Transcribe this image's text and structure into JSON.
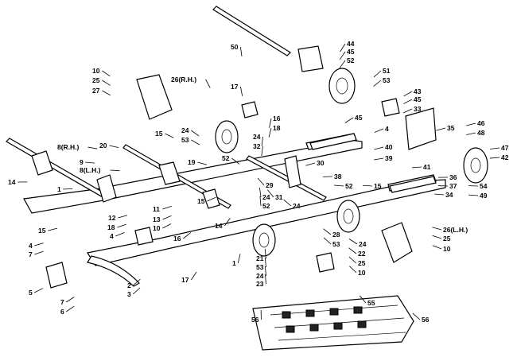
{
  "diagram": {
    "callouts": [
      {
        "id": "c50",
        "text": "50"
      },
      {
        "id": "c44",
        "text": "44"
      },
      {
        "id": "c45a",
        "text": "45"
      },
      {
        "id": "c52a",
        "text": "52"
      },
      {
        "id": "c51",
        "text": "51"
      },
      {
        "id": "c53a",
        "text": "53"
      },
      {
        "id": "c43",
        "text": "43"
      },
      {
        "id": "c45b",
        "text": "45"
      },
      {
        "id": "c33",
        "text": "33"
      },
      {
        "id": "c45c",
        "text": "45"
      },
      {
        "id": "c10a",
        "text": "10"
      },
      {
        "id": "c25a",
        "text": "25"
      },
      {
        "id": "c27",
        "text": "27"
      },
      {
        "id": "c26rh",
        "text": "26(R.H.)"
      },
      {
        "id": "c17a",
        "text": "17"
      },
      {
        "id": "c16a",
        "text": "16"
      },
      {
        "id": "c18a",
        "text": "18"
      },
      {
        "id": "c15a",
        "text": "15"
      },
      {
        "id": "c24a",
        "text": "24"
      },
      {
        "id": "c53b",
        "text": "53"
      },
      {
        "id": "c24b",
        "text": "24"
      },
      {
        "id": "c32",
        "text": "32"
      },
      {
        "id": "c52b",
        "text": "52"
      },
      {
        "id": "c4a",
        "text": "4"
      },
      {
        "id": "c35",
        "text": "35"
      },
      {
        "id": "c46",
        "text": "46"
      },
      {
        "id": "c48",
        "text": "48"
      },
      {
        "id": "c40",
        "text": "40"
      },
      {
        "id": "c47",
        "text": "47"
      },
      {
        "id": "c39",
        "text": "39"
      },
      {
        "id": "c41",
        "text": "41"
      },
      {
        "id": "c36",
        "text": "36"
      },
      {
        "id": "c42",
        "text": "42"
      },
      {
        "id": "c37",
        "text": "37"
      },
      {
        "id": "c54",
        "text": "54"
      },
      {
        "id": "c34",
        "text": "34"
      },
      {
        "id": "c49",
        "text": "49"
      },
      {
        "id": "c8rh",
        "text": "8(R.H.)"
      },
      {
        "id": "c9",
        "text": "9"
      },
      {
        "id": "c8lh",
        "text": "8(L.H.)"
      },
      {
        "id": "c20",
        "text": "20"
      },
      {
        "id": "c19",
        "text": "19"
      },
      {
        "id": "c30",
        "text": "30"
      },
      {
        "id": "c29",
        "text": "29"
      },
      {
        "id": "c38",
        "text": "38"
      },
      {
        "id": "c52c",
        "text": "52"
      },
      {
        "id": "c15b",
        "text": "15"
      },
      {
        "id": "c14a",
        "text": "14"
      },
      {
        "id": "c1a",
        "text": "1"
      },
      {
        "id": "c15c",
        "text": "15"
      },
      {
        "id": "c12",
        "text": "12"
      },
      {
        "id": "c11",
        "text": "11"
      },
      {
        "id": "c13",
        "text": "13"
      },
      {
        "id": "c10b",
        "text": "10"
      },
      {
        "id": "c15d",
        "text": "15"
      },
      {
        "id": "c24c",
        "text": "24"
      },
      {
        "id": "c52d",
        "text": "52"
      },
      {
        "id": "c31",
        "text": "31"
      },
      {
        "id": "c24d",
        "text": "24"
      },
      {
        "id": "c14b",
        "text": "14"
      },
      {
        "id": "c18b",
        "text": "18"
      },
      {
        "id": "c16b",
        "text": "16"
      },
      {
        "id": "c4b",
        "text": "4"
      },
      {
        "id": "c28",
        "text": "28"
      },
      {
        "id": "c53c",
        "text": "53"
      },
      {
        "id": "c24e",
        "text": "24"
      },
      {
        "id": "c26lh",
        "text": "26(L.H.)"
      },
      {
        "id": "c25b",
        "text": "25"
      },
      {
        "id": "c10c",
        "text": "10"
      },
      {
        "id": "c4c",
        "text": "4"
      },
      {
        "id": "c7a",
        "text": "7"
      },
      {
        "id": "c1b",
        "text": "1"
      },
      {
        "id": "c21",
        "text": "21"
      },
      {
        "id": "c53d",
        "text": "53"
      },
      {
        "id": "c24f",
        "text": "24"
      },
      {
        "id": "c23",
        "text": "23"
      },
      {
        "id": "c22",
        "text": "22"
      },
      {
        "id": "c25c",
        "text": "25"
      },
      {
        "id": "c10d",
        "text": "10"
      },
      {
        "id": "c2",
        "text": "2"
      },
      {
        "id": "c3",
        "text": "3"
      },
      {
        "id": "c17b",
        "text": "17"
      },
      {
        "id": "c5",
        "text": "5"
      },
      {
        "id": "c7b",
        "text": "7"
      },
      {
        "id": "c6",
        "text": "6"
      },
      {
        "id": "c55",
        "text": "55"
      },
      {
        "id": "c56a",
        "text": "56"
      },
      {
        "id": "c56b",
        "text": "56"
      }
    ]
  }
}
